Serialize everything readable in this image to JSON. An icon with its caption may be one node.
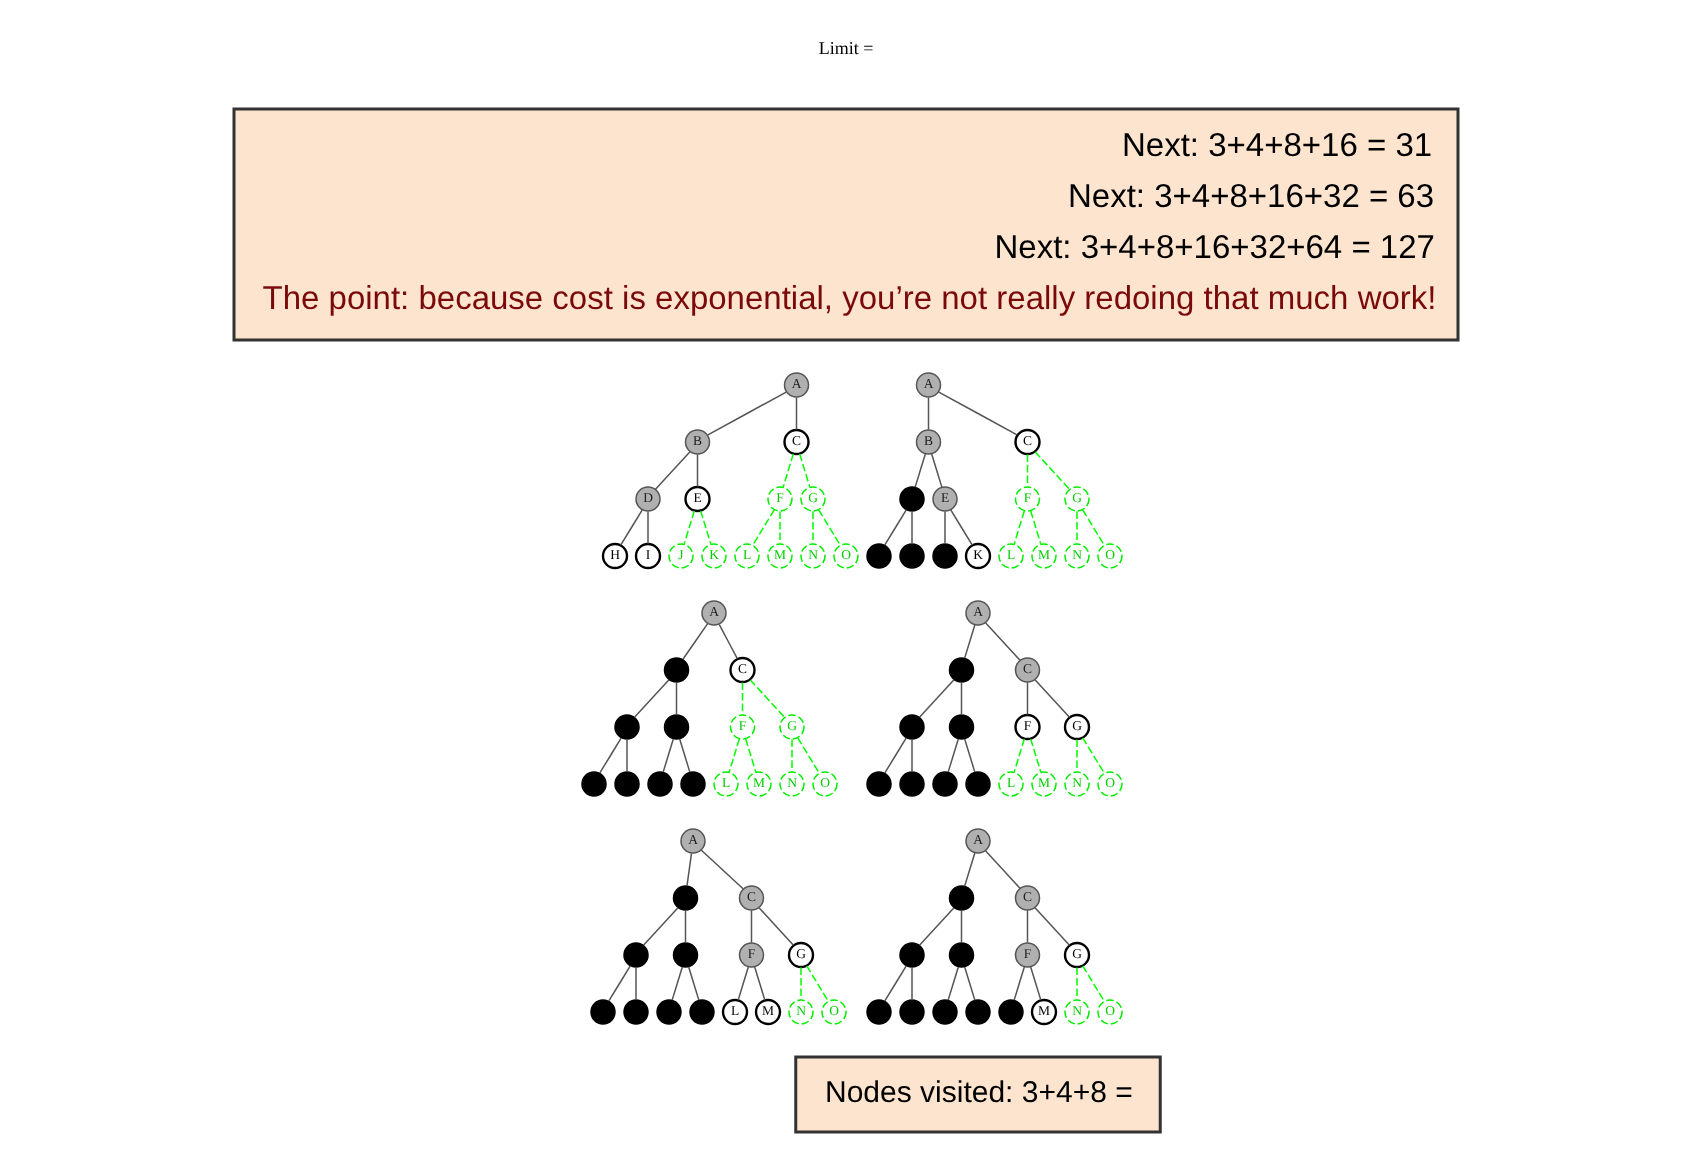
{
  "diagram": {
    "nodes": [
      {
        "text": [
          "Next: 3+4+8+16 = 31",
          "Next: 3+4+8+16+32 = 63",
          "Next: 3+4+8+16+32+64 = 127",
          "The point: because cost is exponential, you’re not really redoing that much work!"
        ]
      },
      {
        "text": [
          "A"
        ]
      },
      {
        "text": [
          "B"
        ]
      },
      {
        "text": [
          "C"
        ]
      },
      {
        "text": [
          "D"
        ]
      },
      {
        "text": [
          "E"
        ]
      },
      {
        "text": [
          "F"
        ]
      },
      {
        "text": [
          "G"
        ]
      },
      {
        "text": [
          "H"
        ]
      },
      {
        "text": [
          "I"
        ]
      },
      {
        "text": [
          "J"
        ]
      },
      {
        "text": [
          "K"
        ]
      },
      {
        "text": [
          "L"
        ]
      },
      {
        "text": [
          "M"
        ]
      },
      {
        "text": [
          "N"
        ]
      },
      {
        "text": [
          "O"
        ]
      },
      {
        "text": [
          "A"
        ]
      },
      {
        "text": [
          "B"
        ]
      },
      {
        "text": [
          "C"
        ]
      },
      {
        "text": [],
        "shape": "circle"
      },
      {
        "text": [
          "E"
        ]
      },
      {
        "text": [
          "F"
        ]
      },
      {
        "text": [
          "G"
        ]
      },
      {
        "text": [],
        "shape": "circle"
      },
      {
        "text": [],
        "shape": "circle"
      },
      {
        "text": [],
        "shape": "circle"
      },
      {
        "text": [
          "K"
        ]
      },
      {
        "text": [
          "L"
        ]
      },
      {
        "text": [
          "M"
        ]
      },
      {
        "text": [
          "N"
        ]
      },
      {
        "text": [
          "O"
        ]
      },
      {
        "text": [
          "A"
        ]
      },
      {
        "text": [],
        "shape": "circle"
      },
      {
        "text": [
          "C"
        ]
      },
      {
        "text": [],
        "shape": "circle"
      },
      {
        "text": [],
        "shape": "circle"
      },
      {
        "text": [
          "F"
        ]
      },
      {
        "text": [
          "G"
        ]
      },
      {
        "text": [],
        "shape": "circle"
      },
      {
        "text": [],
        "shape": "circle"
      },
      {
        "text": [],
        "shape": "circle"
      },
      {
        "text": [],
        "shape": "circle"
      },
      {
        "text": [
          "L"
        ]
      },
      {
        "text": [
          "M"
        ]
      },
      {
        "text": [
          "N"
        ]
      },
      {
        "text": [
          "O"
        ]
      },
      {
        "text": [
          "A"
        ]
      },
      {
        "text": [],
        "shape": "circle"
      },
      {
        "text": [
          "C"
        ]
      },
      {
        "text": [],
        "shape": "circle"
      },
      {
        "text": [],
        "shape": "circle"
      },
      {
        "text": [
          "F"
        ]
      },
      {
        "text": [
          "G"
        ]
      },
      {
        "text": [],
        "shape": "circle"
      },
      {
        "text": [],
        "shape": "circle"
      },
      {
        "text": [],
        "shape": "circle"
      },
      {
        "text": [],
        "shape": "circle"
      },
      {
        "text": [
          "L"
        ]
      },
      {
        "text": [
          "M"
        ]
      },
      {
        "text": [
          "N"
        ]
      },
      {
        "text": [
          "O"
        ]
      },
      {
        "text": [
          "A"
        ]
      },
      {
        "text": [],
        "shape": "circle"
      },
      {
        "text": [
          "C"
        ]
      },
      {
        "text": [],
        "shape": "circle"
      },
      {
        "text": [],
        "shape": "circle"
      },
      {
        "text": [
          "F"
        ]
      },
      {
        "text": [
          "G"
        ]
      },
      {
        "text": [],
        "shape": "circle"
      },
      {
        "text": [],
        "shape": "circle"
      },
      {
        "text": [],
        "shape": "circle"
      },
      {
        "text": [],
        "shape": "circle"
      },
      {
        "text": [
          "L"
        ]
      },
      {
        "text": [
          "M"
        ]
      },
      {
        "text": [
          "N"
        ]
      },
      {
        "text": [
          "O"
        ]
      },
      {
        "text": [
          "A"
        ]
      },
      {
        "text": [],
        "shape": "circle"
      },
      {
        "text": [
          "C"
        ]
      },
      {
        "text": [],
        "shape": "circle"
      },
      {
        "text": [],
        "shape": "circle"
      },
      {
        "text": [
          "F"
        ]
      },
      {
        "text": [
          "G"
        ]
      },
      {
        "text": [],
        "shape": "circle"
      },
      {
        "text": [],
        "shape": "circle"
      },
      {
        "text": [],
        "shape": "circle"
      },
      {
        "text": [],
        "shape": "circle"
      },
      {
        "text": [],
        "shape": "circle"
      },
      {
        "text": [
          "M"
        ]
      },
      {
        "text": [
          "N"
        ]
      },
      {
        "text": [
          "O"
        ]
      },
      {
        "text": [
          "Nodes visited: 3+4+8 ="
        ]
      }
    ],
    "edges": [
      {
        "from": 1,
        "to": 2,
        "arrow": "none"
      },
      {
        "from": 1,
        "to": 3,
        "arrow": "none"
      },
      {
        "from": 2,
        "to": 4,
        "arrow": "none"
      },
      {
        "from": 2,
        "to": 5,
        "arrow": "none"
      },
      {
        "from": 3,
        "to": 6,
        "arrow": "none",
        "style": "dashed",
        "color": "#00ff00"
      },
      {
        "from": 3,
        "to": 7,
        "arrow": "none",
        "style": "dashed",
        "color": "#00ff00"
      },
      {
        "from": 4,
        "to": 8,
        "arrow": "none"
      },
      {
        "from": 4,
        "to": 9,
        "arrow": "none"
      },
      {
        "from": 5,
        "to": 10,
        "arrow": "none",
        "style": "dashed",
        "color": "#00ff00"
      },
      {
        "from": 5,
        "to": 11,
        "arrow": "none",
        "style": "dashed",
        "color": "#00ff00"
      },
      {
        "from": 6,
        "to": 12,
        "arrow": "none",
        "style": "dashed",
        "color": "#00ff00"
      },
      {
        "from": 6,
        "to": 13,
        "arrow": "none",
        "style": "dashed",
        "color": "#00ff00"
      },
      {
        "from": 7,
        "to": 14,
        "arrow": "none",
        "style": "dashed",
        "color": "#00ff00"
      },
      {
        "from": 7,
        "to": 15,
        "arrow": "none",
        "style": "dashed",
        "color": "#00ff00"
      },
      {
        "from": 16,
        "to": 17,
        "arrow": "none"
      },
      {
        "from": 16,
        "to": 18,
        "arrow": "none"
      },
      {
        "from": 17,
        "to": 19,
        "arrow": "none"
      },
      {
        "from": 17,
        "to": 20,
        "arrow": "none"
      },
      {
        "from": 18,
        "to": 21,
        "arrow": "none",
        "style": "dashed",
        "color": "#00ff00"
      },
      {
        "from": 18,
        "to": 22,
        "arrow": "none",
        "style": "dashed",
        "color": "#00ff00"
      },
      {
        "from": 19,
        "to": 23,
        "arrow": "none"
      },
      {
        "from": 19,
        "to": 24,
        "arrow": "none"
      },
      {
        "from": 20,
        "to": 25,
        "arrow": "none"
      },
      {
        "from": 20,
        "to": 26,
        "arrow": "none"
      },
      {
        "from": 21,
        "to": 27,
        "arrow": "none",
        "style": "dashed",
        "color": "#00ff00"
      },
      {
        "from": 21,
        "to": 28,
        "arrow": "none",
        "style": "dashed",
        "color": "#00ff00"
      },
      {
        "from": 22,
        "to": 29,
        "arrow": "none",
        "style": "dashed",
        "color": "#00ff00"
      },
      {
        "from": 22,
        "to": 30,
        "arrow": "none",
        "style": "dashed",
        "color": "#00ff00"
      },
      {
        "from": 31,
        "to": 32,
        "arrow": "none"
      },
      {
        "from": 31,
        "to": 33,
        "arrow": "none"
      },
      {
        "from": 32,
        "to": 34,
        "arrow": "none"
      },
      {
        "from": 32,
        "to": 35,
        "arrow": "none"
      },
      {
        "from": 33,
        "to": 36,
        "arrow": "none",
        "style": "dashed",
        "color": "#00ff00"
      },
      {
        "from": 33,
        "to": 37,
        "arrow": "none",
        "style": "dashed",
        "color": "#00ff00"
      },
      {
        "from": 34,
        "to": 38,
        "arrow": "none"
      },
      {
        "from": 34,
        "to": 39,
        "arrow": "none"
      },
      {
        "from": 35,
        "to": 40,
        "arrow": "none"
      },
      {
        "from": 35,
        "to": 41,
        "arrow": "none"
      },
      {
        "from": 36,
        "to": 42,
        "arrow": "none",
        "style": "dashed",
        "color": "#00ff00"
      },
      {
        "from": 36,
        "to": 43,
        "arrow": "none",
        "style": "dashed",
        "color": "#00ff00"
      },
      {
        "from": 37,
        "to": 44,
        "arrow": "none",
        "style": "dashed",
        "color": "#00ff00"
      },
      {
        "from": 37,
        "to": 45,
        "arrow": "none",
        "style": "dashed",
        "color": "#00ff00"
      },
      {
        "from": 46,
        "to": 47,
        "arrow": "none"
      },
      {
        "from": 46,
        "to": 48,
        "arrow": "none"
      },
      {
        "from": 47,
        "to": 49,
        "arrow": "none"
      },
      {
        "from": 47,
        "to": 50,
        "arrow": "none"
      },
      {
        "from": 48,
        "to": 51,
        "arrow": "none"
      },
      {
        "from": 48,
        "to": 52,
        "arrow": "none"
      },
      {
        "from": 49,
        "to": 53,
        "arrow": "none"
      },
      {
        "from": 49,
        "to": 54,
        "arrow": "none"
      },
      {
        "from": 50,
        "to": 55,
        "arrow": "none"
      },
      {
        "from": 50,
        "to": 56,
        "arrow": "none"
      },
      {
        "from": 51,
        "to": 57,
        "arrow": "none",
        "style": "dashed",
        "color": "#00ff00"
      },
      {
        "from": 51,
        "to": 58,
        "arrow": "none",
        "style": "dashed",
        "color": "#00ff00"
      },
      {
        "from": 52,
        "to": 59,
        "arrow": "none",
        "style": "dashed",
        "color": "#00ff00"
      },
      {
        "from": 52,
        "to": 60,
        "arrow": "none",
        "style": "dashed",
        "color": "#00ff00"
      },
      {
        "from": 61,
        "to": 62,
        "arrow": "none"
      },
      {
        "from": 61,
        "to": 63,
        "arrow": "none"
      },
      {
        "from": 62,
        "to": 64,
        "arrow": "none"
      },
      {
        "from": 62,
        "to": 65,
        "arrow": "none"
      },
      {
        "from": 63,
        "to": 66,
        "arrow": "none"
      },
      {
        "from": 63,
        "to": 67,
        "arrow": "none"
      },
      {
        "from": 64,
        "to": 68,
        "arrow": "none"
      },
      {
        "from": 64,
        "to": 69,
        "arrow": "none"
      },
      {
        "from": 65,
        "to": 70,
        "arrow": "none"
      },
      {
        "from": 65,
        "to": 71,
        "arrow": "none"
      },
      {
        "from": 66,
        "to": 72,
        "arrow": "none"
      },
      {
        "from": 66,
        "to": 73,
        "arrow": "none"
      },
      {
        "from": 67,
        "to": 74,
        "arrow": "none",
        "style": "dashed",
        "color": "#00ff00"
      },
      {
        "from": 67,
        "to": 75,
        "arrow": "none",
        "style": "dashed",
        "color": "#00ff00"
      },
      {
        "from": 76,
        "to": 77,
        "arrow": "none"
      },
      {
        "from": 76,
        "to": 78,
        "arrow": "none"
      },
      {
        "from": 77,
        "to": 79,
        "arrow": "none"
      },
      {
        "from": 77,
        "to": 80,
        "arrow": "none"
      },
      {
        "from": 78,
        "to": 81,
        "arrow": "none"
      },
      {
        "from": 78,
        "to": 82,
        "arrow": "none"
      },
      {
        "from": 79,
        "to": 83,
        "arrow": "none"
      },
      {
        "from": 79,
        "to": 84,
        "arrow": "none"
      },
      {
        "from": 80,
        "to": 85,
        "arrow": "none"
      },
      {
        "from": 80,
        "to": 86,
        "arrow": "none"
      },
      {
        "from": 81,
        "to": 87,
        "arrow": "none"
      },
      {
        "from": 81,
        "to": 88,
        "arrow": "none"
      },
      {
        "from": 82,
        "to": 89,
        "arrow": "none",
        "style": "dashed",
        "color": "#00ff00"
      },
      {
        "from": 82,
        "to": 90,
        "arrow": "none",
        "style": "dashed",
        "color": "#00ff00"
      }
    ],
    "labels": [
      "Limit ="
    ]
  }
}
